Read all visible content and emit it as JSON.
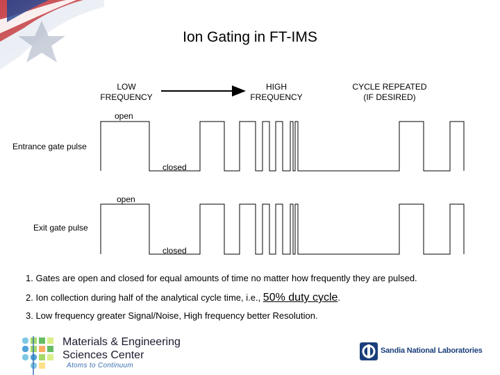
{
  "title": "Ion Gating in FT-IMS",
  "headers": {
    "low": [
      "LOW",
      "FREQUENCY"
    ],
    "high": [
      "HIGH",
      "FREQUENCY"
    ],
    "cycle": [
      "CYCLE REPEATED",
      "(IF DESIRED)"
    ]
  },
  "entrance": {
    "label": "Entrance gate pulse",
    "open": "open",
    "closed": "closed"
  },
  "exit": {
    "label": "Exit gate pulse",
    "open": "open",
    "closed": "closed"
  },
  "notes": {
    "n1": "1. Gates are open and closed for equal amounts of time no matter how frequently they are pulsed.",
    "n2_prefix": "2. Ion collection during half of the analytical cycle time, i.e., ",
    "n2_emph": "50% duty cycle",
    "n2_suffix": ".",
    "n3": "3. Low frequency greater Signal/Noise, High frequency better Resolution."
  },
  "logos": {
    "mesc_line1": "Materials & Engineering",
    "mesc_line2": "Sciences Center",
    "mesc_tag": "Atoms to Continuum",
    "sandia": "Sandia National Laboratories"
  },
  "colors": {
    "line": "#000000",
    "flag_red": "#c0282d",
    "flag_blue": "#1d3f8c",
    "sandia_blue": "#1a3f7a"
  },
  "icons": {
    "flag": "flag-icon",
    "mesc": "mesc-grid-logo-icon",
    "sandia": "sandia-logo-icon"
  }
}
